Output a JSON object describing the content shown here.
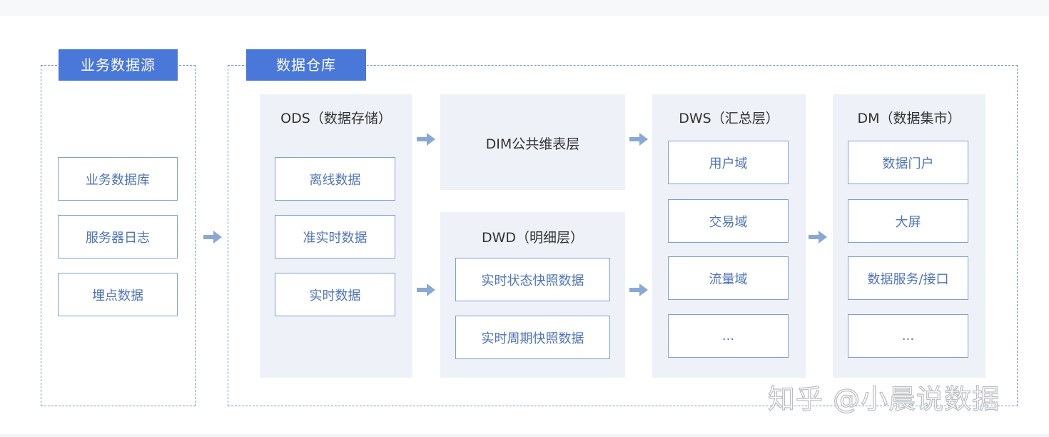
{
  "source_group": {
    "title": "业务数据源",
    "items": [
      "业务数据库",
      "服务器日志",
      "埋点数据"
    ]
  },
  "warehouse_group": {
    "title": "数据仓库",
    "ods": {
      "title": "ODS（数据存储）",
      "items": [
        "离线数据",
        "准实时数据",
        "实时数据"
      ]
    },
    "dim": {
      "title": "DIM公共维表层"
    },
    "dwd": {
      "title": "DWD（明细层）",
      "items": [
        "实时状态快照数据",
        "实时周期快照数据"
      ]
    },
    "dws": {
      "title": "DWS（汇总层）",
      "items": [
        "用户域",
        "交易域",
        "流量域",
        "..."
      ]
    },
    "dm": {
      "title": "DM（数据集市）",
      "items": [
        "数据门户",
        "大屏",
        "数据服务/接口",
        "..."
      ]
    }
  },
  "watermark": "知乎 @小晨说数据",
  "colors": {
    "accent": "#4a78d8",
    "border": "#7c9fd6",
    "panel": "#eef1f8",
    "arrow": "#8aa8d6"
  }
}
